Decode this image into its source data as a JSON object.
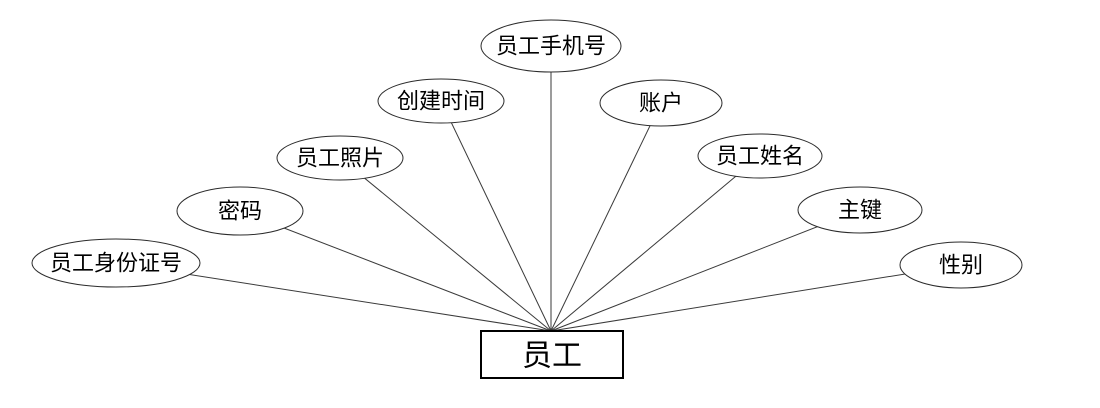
{
  "diagram": {
    "type": "entity-relationship",
    "entity": {
      "label": "员工"
    },
    "attributes": [
      {
        "label": "员工手机号"
      },
      {
        "label": "创建时间"
      },
      {
        "label": "账户"
      },
      {
        "label": "员工照片"
      },
      {
        "label": "员工姓名"
      },
      {
        "label": "密码"
      },
      {
        "label": "主键"
      },
      {
        "label": "员工身份证号"
      },
      {
        "label": "性别"
      }
    ],
    "colors": {
      "background": "#ffffff",
      "stroke": "#2b2b2b",
      "text": "#000000"
    }
  }
}
